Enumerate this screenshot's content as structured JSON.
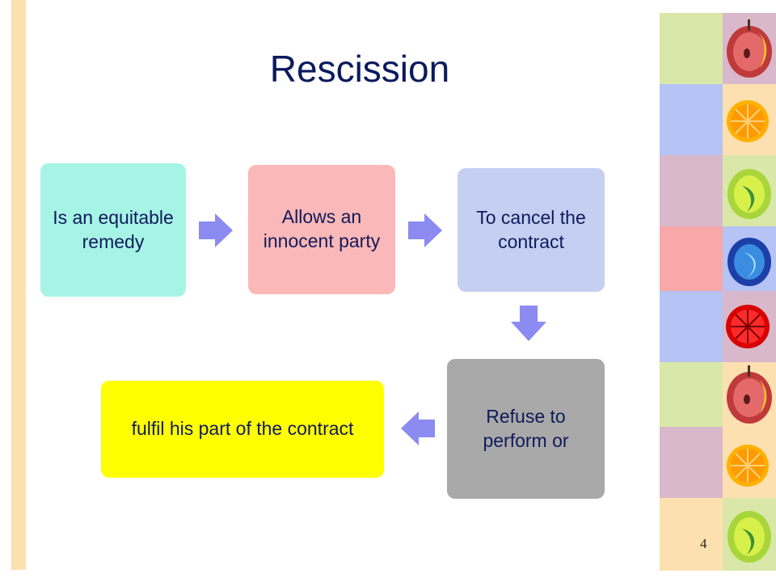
{
  "slide": {
    "title": "Rescission",
    "page_number": "4"
  },
  "flow": {
    "steps": [
      {
        "label": "Is  an equitable remedy",
        "color": "#a6f4e6"
      },
      {
        "label": "Allows an innocent party",
        "color": "#fbb8b8"
      },
      {
        "label": "To cancel the contract",
        "color": "#c4cff2"
      },
      {
        "label": "Refuse to perform or",
        "color": "#a9a9a9"
      },
      {
        "label": "fulfil his part of the contract",
        "color": "#ffff00"
      }
    ],
    "arrow_color": "#8b8bf2",
    "text_color": "#111a5a"
  },
  "decor": {
    "left_bar_color": "#fde0b0",
    "strip_left_colors": [
      "#d9e8a8",
      "#b5c3f5",
      "#d9b8cb",
      "#f8a8a8",
      "#b5c3f5",
      "#d9e8a8",
      "#d9b8cb",
      "#fde0b0"
    ],
    "strip_right_colors": [
      "#d9b8cb",
      "#fde0b0",
      "#d9e8a8",
      "#b5c3f5",
      "#d9b8cb",
      "#fde0b0",
      "#fde0b0",
      "#d9e8a8"
    ],
    "fruit_icons": [
      "apple-icon",
      "orange-slice-icon",
      "green-apple-icon",
      "blue-apple-icon",
      "red-orange-slice-icon",
      "apple-icon",
      "orange-slice-icon",
      "green-apple-icon"
    ]
  }
}
